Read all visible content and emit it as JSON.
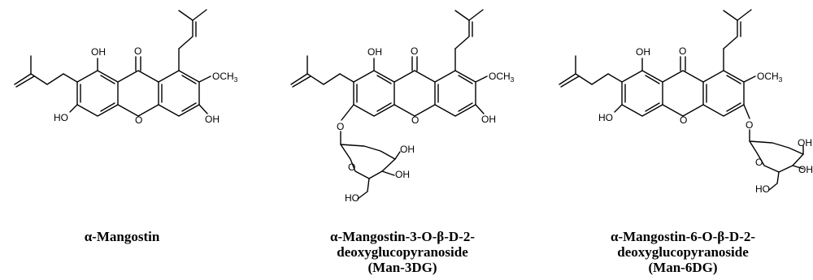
{
  "structures": [
    {
      "atoms": {
        "oh_top": "OH",
        "ketone": "O",
        "methoxy": "OCH",
        "methoxy_sub": "3",
        "oh_left": "HO",
        "ring_o": "O",
        "oh_right": "OH"
      },
      "caption": {
        "line1": "α-Mangostin",
        "line2": "",
        "line3": ""
      }
    },
    {
      "atoms": {
        "oh_top": "OH",
        "ketone": "O",
        "methoxy": "OCH",
        "methoxy_sub": "3",
        "glyco_o": "O",
        "ring_o": "O",
        "oh_right": "OH",
        "sugar_ring_o": "O",
        "sugar_oh1": "OH",
        "sugar_oh2": "OH",
        "sugar_ho": "HO"
      },
      "caption": {
        "line1": "α-Mangostin-3-O-β-D-2-",
        "line2": "deoxyglucopyranoside",
        "line3": "(Man-3DG)"
      }
    },
    {
      "atoms": {
        "oh_top": "OH",
        "ketone": "O",
        "methoxy": "OCH",
        "methoxy_sub": "3",
        "oh_left": "HO",
        "ring_o": "O",
        "glyco_o": "O",
        "sugar_ring_o": "O",
        "sugar_oh1": "OH",
        "sugar_oh2": "OH",
        "sugar_ho": "HO"
      },
      "caption": {
        "line1": "α-Mangostin-6-O-β-D-2-",
        "line2": "deoxyglucopyranoside",
        "line3": "(Man-6DG)"
      }
    }
  ]
}
